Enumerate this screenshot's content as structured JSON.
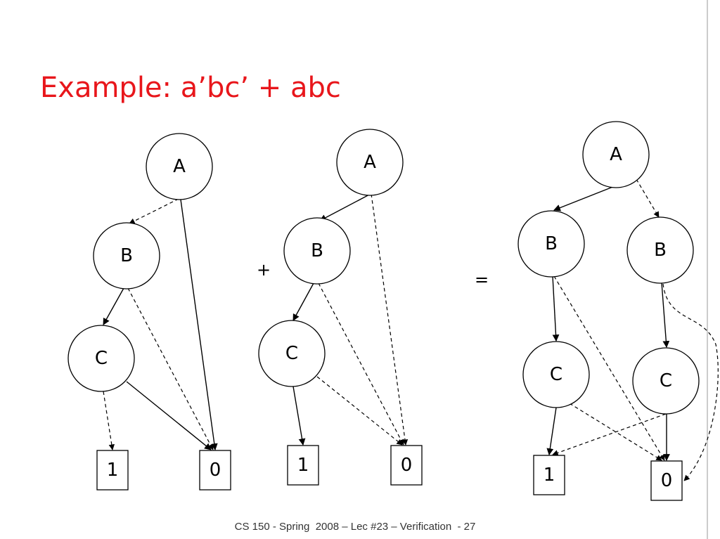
{
  "slide": {
    "title": "Example: a’bc’ + abc",
    "footer": "CS 150 - Spring  2008 – Lec #23 – Verification  - 27",
    "plus": "+",
    "equals": "="
  },
  "left": {
    "a": "A",
    "b": "B",
    "c": "C",
    "one": "1",
    "zero": "0"
  },
  "middle": {
    "a": "A",
    "b": "B",
    "c": "C",
    "one": "1",
    "zero": "0"
  },
  "right": {
    "a": "A",
    "b1": "B",
    "b2": "B",
    "c1": "C",
    "c2": "C",
    "one": "1",
    "zero": "0"
  },
  "colors": {
    "title": "#e8161b"
  }
}
